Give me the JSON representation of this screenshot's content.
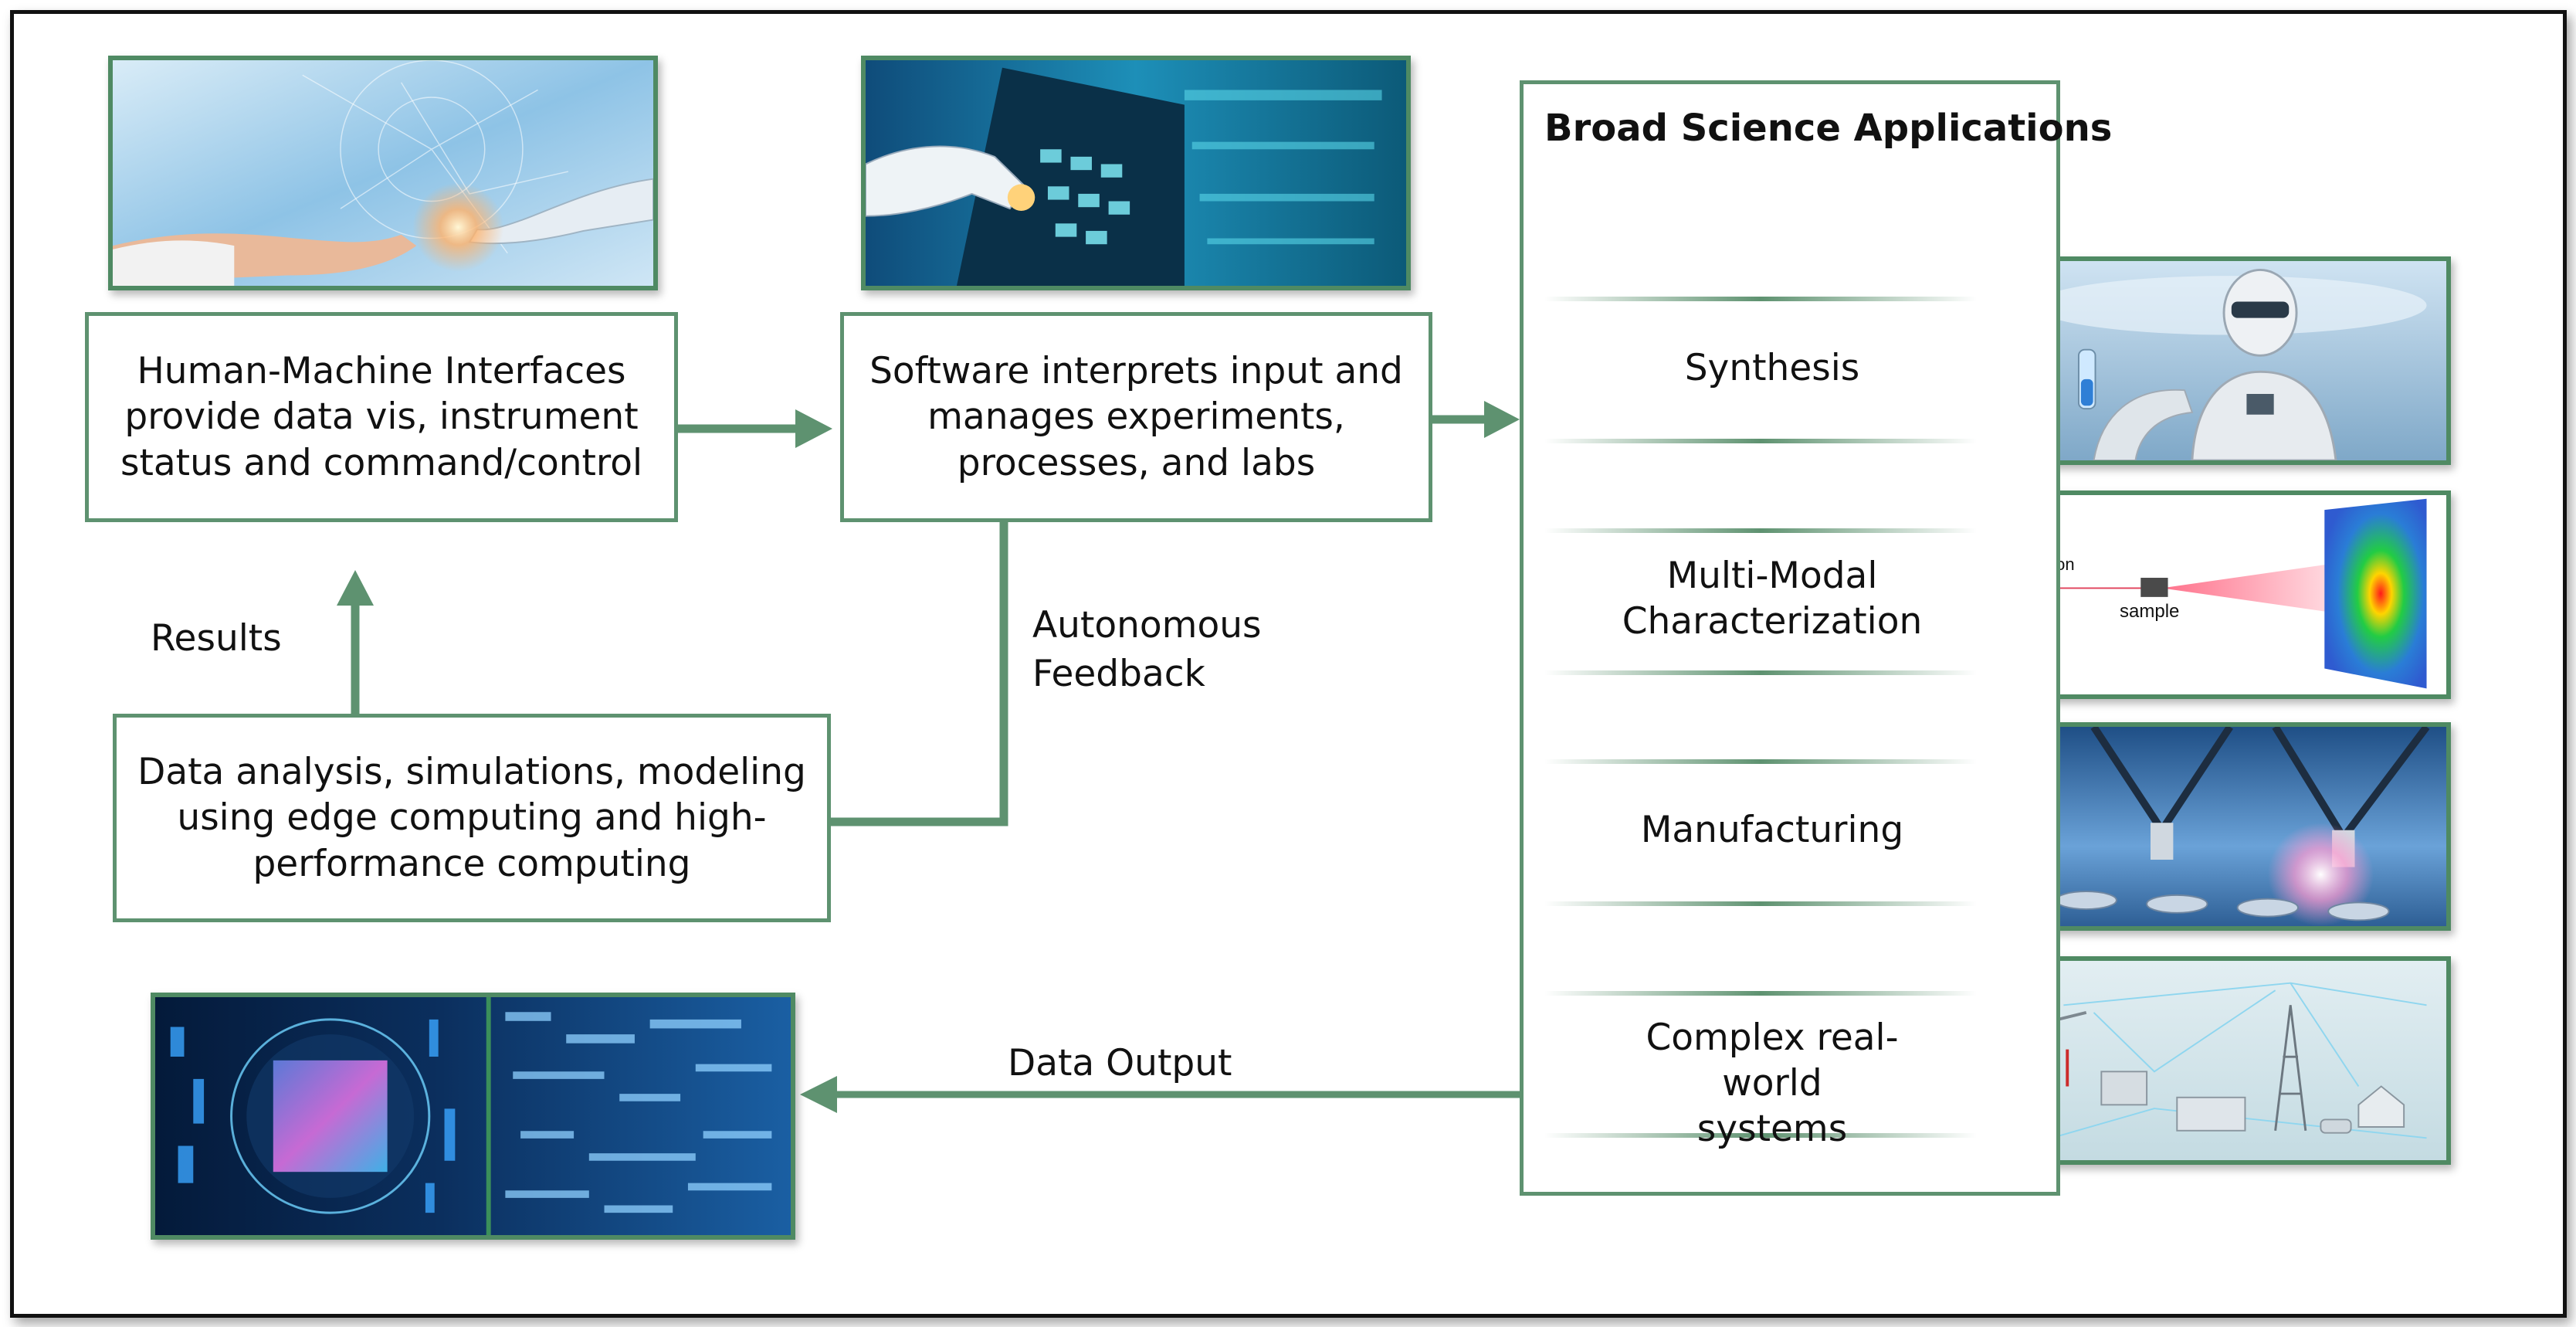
{
  "boxes": {
    "hmi": "Human-Machine Interfaces\nprovide data vis, instrument\nstatus and command/control",
    "software": "Software interprets input and\nmanages experiments,\nprocesses, and labs",
    "analysis": "Data analysis, simulations, modeling\nusing edge computing and high-\nperformance computing"
  },
  "labels": {
    "results": "Results",
    "autonomous_feedback": "Autonomous\nFeedback",
    "data_output": "Data Output"
  },
  "panel": {
    "title": "Broad Science Applications",
    "items": [
      {
        "label": "Synthesis"
      },
      {
        "label": "Multi-Modal\nCharacterization"
      },
      {
        "label": "Manufacturing"
      },
      {
        "label": "Complex real-world\nsystems"
      }
    ],
    "diagram_text": {
      "beam": "neutron\nbeam",
      "sample": "sample"
    }
  },
  "colors": {
    "accent": "#5e9270",
    "frame": "#111111"
  },
  "images": [
    "hand-touch-robot-hand-image",
    "robot-hand-control-panel-image",
    "robot-with-test-tube-image",
    "neutron-scattering-diagram-image",
    "robotic-manufacturing-image",
    "wind-turbine-power-grid-image",
    "data-processor-image"
  ]
}
